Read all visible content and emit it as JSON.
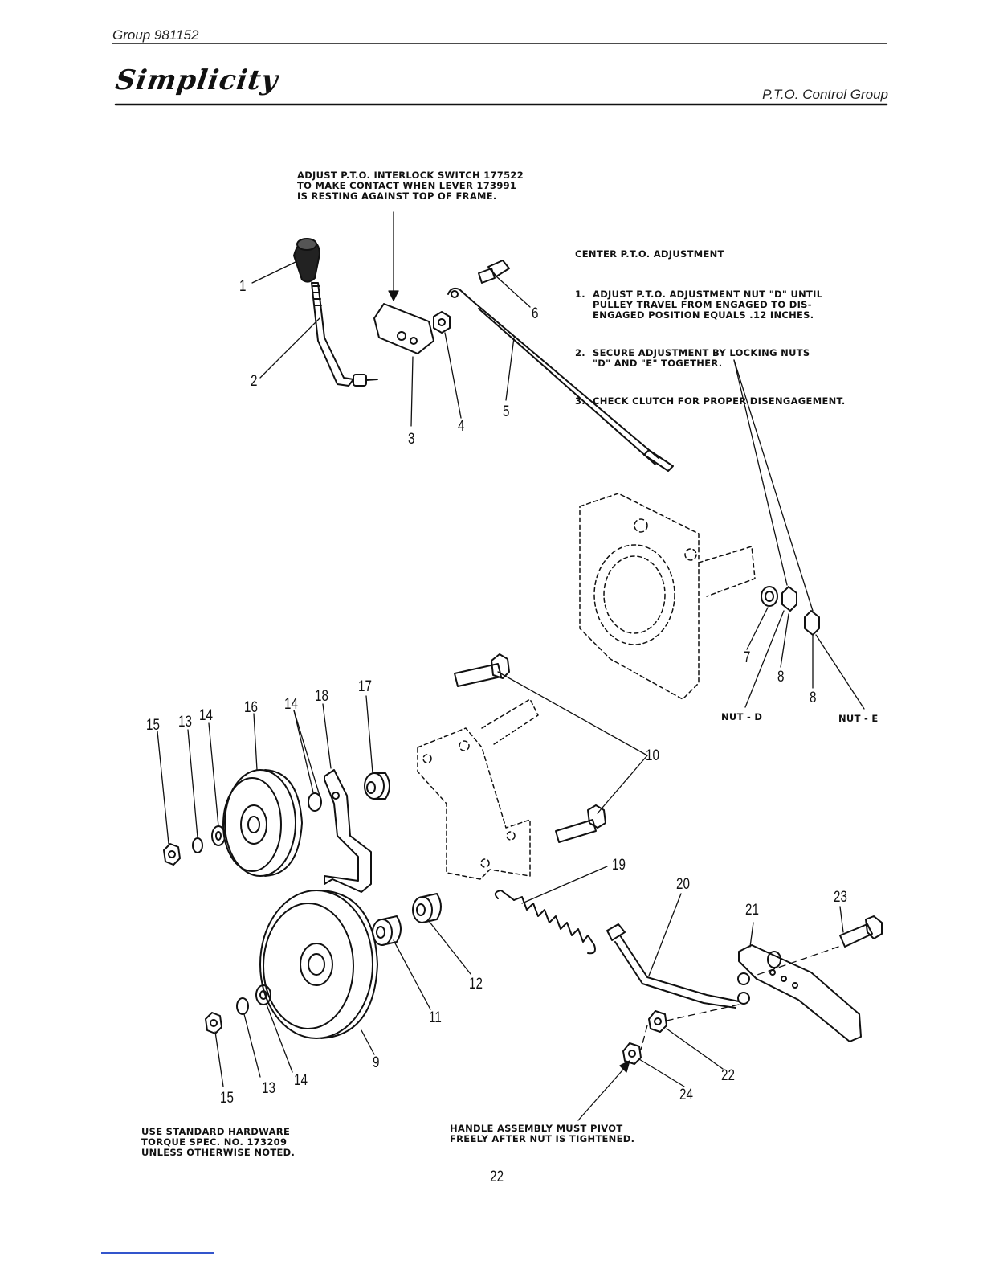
{
  "header": {
    "group": "Group  981152",
    "brand": "Simplicity",
    "section": "P.T.O. Control Group"
  },
  "notes": {
    "interlock": "ADJUST P.T.O. INTERLOCK SWITCH 177522\nTO MAKE CONTACT WHEN LEVER 173991\nIS RESTING AGAINST TOP OF FRAME.",
    "center_title": "CENTER P.T.O. ADJUSTMENT",
    "center_steps": [
      {
        "num": "1.",
        "text": "ADJUST P.T.O. ADJUSTMENT NUT \"D\" UNTIL\nPULLEY TRAVEL FROM ENGAGED TO DIS-\nENGAGED POSITION EQUALS .12 INCHES."
      },
      {
        "num": "2.",
        "text": "SECURE ADJUSTMENT BY LOCKING NUTS\n\"D\" AND \"E\" TOGETHER."
      },
      {
        "num": "3.",
        "text": "CHECK CLUTCH FOR PROPER DISENGAGEMENT."
      }
    ],
    "hardware": "USE STANDARD HARDWARE\nTORQUE SPEC. NO. 173209\nUNLESS OTHERWISE NOTED.",
    "handle": "HANDLE ASSEMBLY MUST PIVOT\nFREELY AFTER NUT IS TIGHTENED.",
    "nut_d": "NUT - D",
    "nut_e": "NUT - E"
  },
  "callouts": {
    "c1": "1",
    "c2": "2",
    "c3": "3",
    "c4": "4",
    "c5": "5",
    "c6": "6",
    "c7": "7",
    "c8a": "8",
    "c8b": "8",
    "c9": "9",
    "c10": "10",
    "c11": "11",
    "c12": "12",
    "c13a": "13",
    "c13b": "13",
    "c14a": "14",
    "c14b": "14",
    "c14c": "14",
    "c15a": "15",
    "c15b": "15",
    "c16": "16",
    "c17": "17",
    "c18": "18",
    "c19": "19",
    "c20": "20",
    "c21": "21",
    "c22": "22",
    "c23": "23",
    "c24": "24"
  },
  "page_number": "22"
}
